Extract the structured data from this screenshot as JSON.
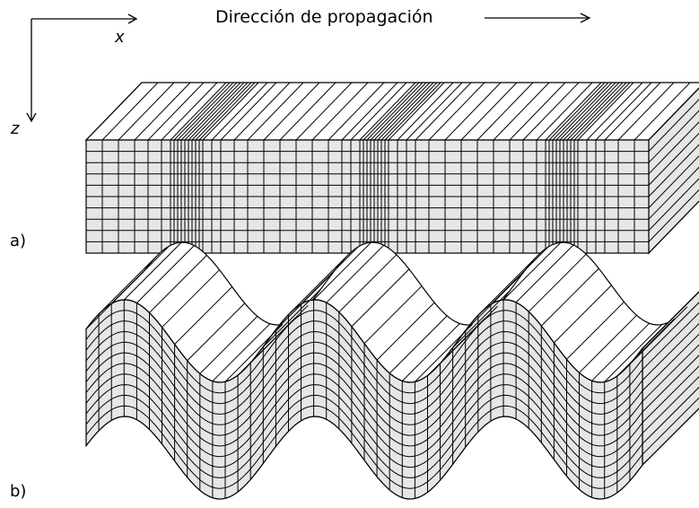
{
  "figure": {
    "propagation_label": "Dirección de propagación",
    "axis_x_label": "x",
    "axis_z_label": "z",
    "panel_a_label": "a)",
    "panel_b_label": "b)"
  },
  "colors": {
    "face_fill": "#e6e6e6",
    "top_fill": "#ffffff",
    "side_fill": "#e6e6e6",
    "stroke": "#000000"
  }
}
